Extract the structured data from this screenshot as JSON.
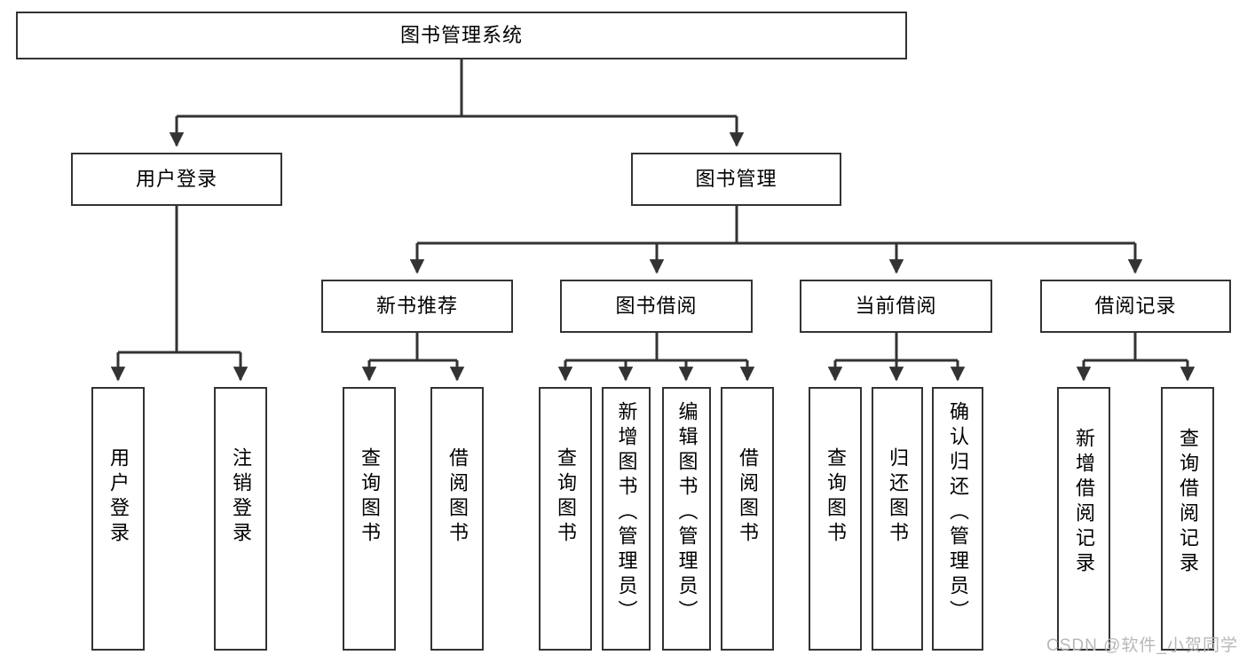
{
  "diagram": {
    "title": "图书管理系统",
    "type": "hierarchy-tree",
    "colors": {
      "stroke": "#333333",
      "fill": "#ffffff",
      "text": "#000000",
      "watermark": "#b8b8b8"
    },
    "root": {
      "label": "图书管理系统"
    },
    "level2": [
      {
        "label": "用户登录"
      },
      {
        "label": "图书管理"
      }
    ],
    "level3": [
      {
        "label": "新书推荐"
      },
      {
        "label": "图书借阅"
      },
      {
        "label": "当前借阅"
      },
      {
        "label": "借阅记录"
      }
    ],
    "leaves": [
      {
        "label": "用户登录",
        "parent": "用户登录"
      },
      {
        "label": "注销登录",
        "parent": "用户登录"
      },
      {
        "label": "查询图书",
        "parent": "新书推荐"
      },
      {
        "label": "借阅图书",
        "parent": "新书推荐"
      },
      {
        "label": "查询图书",
        "parent": "图书借阅"
      },
      {
        "label": "新增图书（管理员）",
        "parent": "图书借阅"
      },
      {
        "label": "编辑图书（管理员）",
        "parent": "图书借阅"
      },
      {
        "label": "借阅图书",
        "parent": "图书借阅"
      },
      {
        "label": "查询图书",
        "parent": "当前借阅"
      },
      {
        "label": "归还图书",
        "parent": "当前借阅"
      },
      {
        "label": "确认归还（管理员）",
        "parent": "当前借阅"
      },
      {
        "label": "新增借阅记录",
        "parent": "借阅记录"
      },
      {
        "label": "查询借阅记录",
        "parent": "借阅记录"
      }
    ]
  },
  "watermark": {
    "text": "CSDN @软件_小贺同学"
  }
}
